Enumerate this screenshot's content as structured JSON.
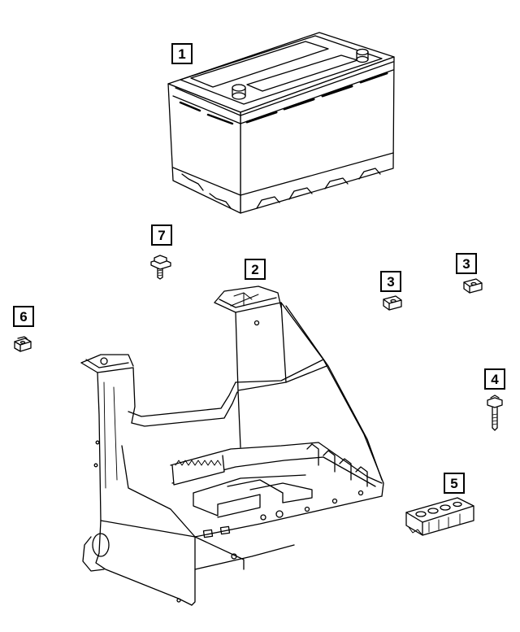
{
  "diagram": {
    "callouts": {
      "battery": "1",
      "battery_tray": "2",
      "nut_a": "3",
      "nut_b": "3",
      "bolt": "4",
      "hold_down_bracket": "5",
      "clip": "6",
      "screw": "7"
    },
    "parts": {
      "battery": "battery-icon",
      "battery_tray": "battery-tray-icon",
      "nut": "u-nut-icon",
      "bolt": "bolt-icon",
      "hold_down_bracket": "hold-down-bracket-icon",
      "clip": "clip-nut-icon",
      "screw": "flange-screw-icon"
    },
    "line_color": "#000000",
    "background_color": "#ffffff"
  }
}
